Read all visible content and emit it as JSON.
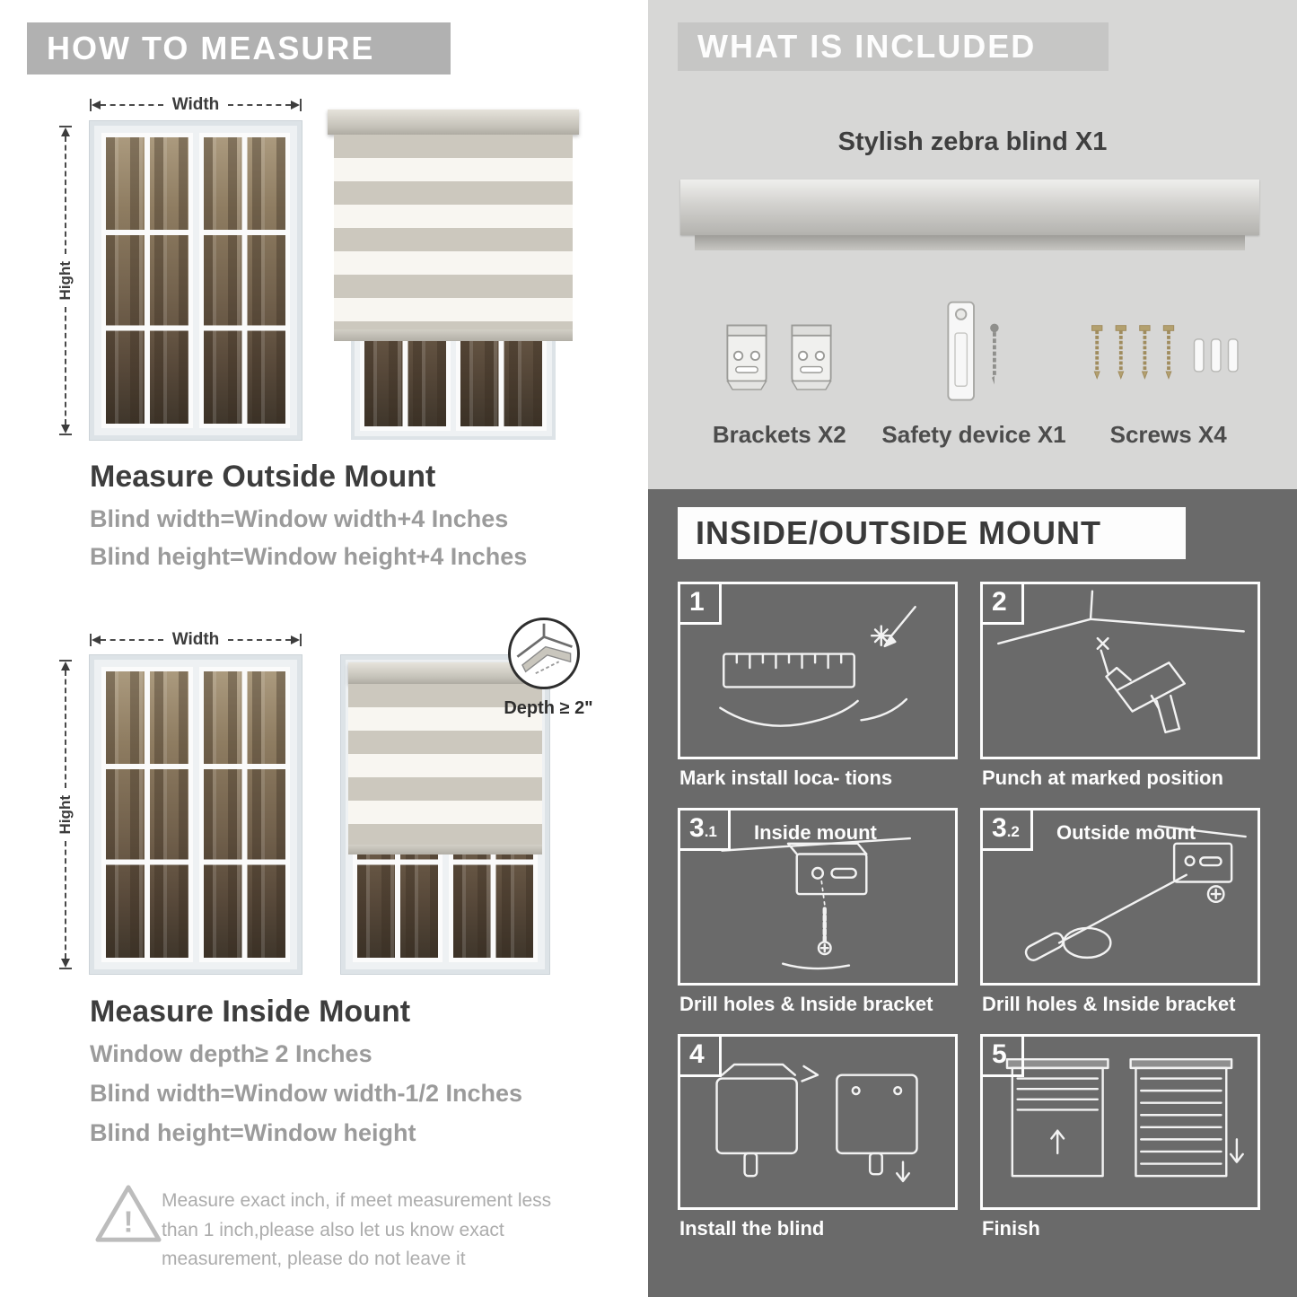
{
  "colors": {
    "header_band_gray": "#b1b1b1",
    "included_bg": "#d7d7d6",
    "mount_bg": "#6a6a6a",
    "title_dark": "#3d3d3d",
    "measure_text_gray": "#9b9b9b",
    "white_text": "#fdfdfd"
  },
  "icons": {
    "warning": "warning-triangle-icon",
    "width_arrow": "double-headed-dashed-arrow",
    "height_arrow": "double-headed-dashed-arrow"
  },
  "left": {
    "header": "HOW TO MEASURE",
    "outside": {
      "width_label": "Width",
      "height_label": "Hight",
      "title": "Measure Outside Mount",
      "lines": [
        "Blind width=Window width+4 Inches",
        "Blind height=Window height+4 Inches"
      ]
    },
    "inside": {
      "width_label": "Width",
      "height_label": "Hight",
      "depth_label": "Depth ≥ 2\"",
      "title": "Measure Inside Mount",
      "lines": [
        "Window depth≥ 2 Inches",
        "Blind width=Window width-1/2 Inches",
        "Blind height=Window height"
      ]
    },
    "warning_text": "Measure exact inch, if meet measurement less than 1 inch,please also let us know exact measurement, please do not leave it"
  },
  "right": {
    "included": {
      "header": "WHAT IS INCLUDED",
      "product_title": "Stylish zebra blind X1",
      "items": [
        {
          "label": "Brackets X2"
        },
        {
          "label": "Safety device X1"
        },
        {
          "label": "Screws X4"
        }
      ]
    },
    "mount": {
      "header": "INSIDE/OUTSIDE MOUNT",
      "steps": [
        {
          "num": "1",
          "caption": "Mark install loca- tions"
        },
        {
          "num": "2",
          "caption": "Punch at  marked position"
        },
        {
          "num": "3",
          "sub": ".1",
          "title": "Inside mount",
          "caption": "Drill holes &  Inside bracket"
        },
        {
          "num": "3",
          "sub": ".2",
          "title": "Outside mount",
          "caption": "Drill holes &  Inside bracket"
        },
        {
          "num": "4",
          "caption": "Install the blind"
        },
        {
          "num": "5",
          "caption": "Finish"
        }
      ]
    }
  }
}
